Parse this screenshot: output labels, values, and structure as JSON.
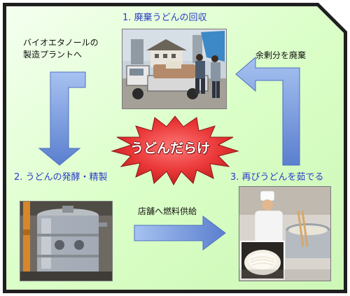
{
  "steps": [
    {
      "label": "1. 廃棄うどんの回収"
    },
    {
      "label": "2. うどんの発酵・精製"
    },
    {
      "label": "3. 再びうどんを茹でる"
    }
  ],
  "arrow_labels": {
    "to_plant": "バイオエタノールの\n製造プラントへ",
    "to_store": "店舗へ燃料供給",
    "discard": "余剰分を廃棄"
  },
  "center": {
    "text": "うどんだらけ"
  },
  "colors": {
    "frame_bg": "#d8ffc0",
    "frame_border": "#1f1f1f",
    "step_text": "#2a3cc8",
    "arrow": "#6f92d6",
    "burst": "#e83a3a",
    "burst_text": "#ffffff"
  }
}
